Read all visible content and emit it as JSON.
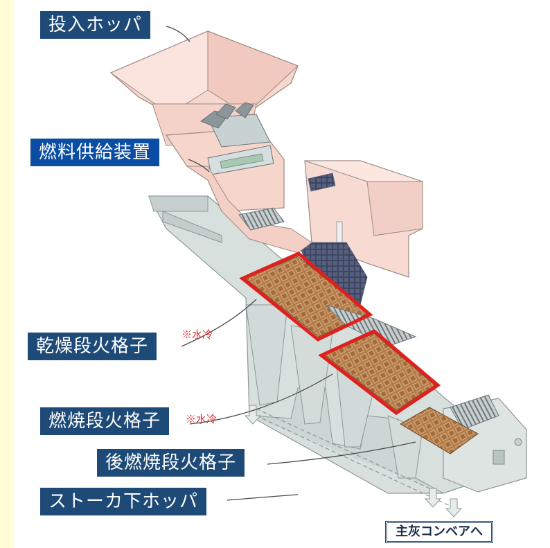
{
  "labels": {
    "hopper": "投入ホッパ",
    "feeder": "燃料供給装置",
    "drying_grate": "乾燥段火格子",
    "combustion_grate": "燃焼段火格子",
    "after_burning_grate": "後燃焼段火格子",
    "lower_hopper": "ストーカ下ホッパ"
  },
  "notes": {
    "drying_cooling": "※水冷",
    "combustion_cooling": "※水冷"
  },
  "destination": "主灰コンベアへ",
  "colors": {
    "label_bg": "#1E4A78",
    "feeder_bg": "#0B4DA3",
    "highlight_outline": "#E0201C",
    "structure_pink": "#F6D3CA",
    "structure_grey": "#D5DEDC",
    "grate_brown": "#B27A4A",
    "note_red": "#E03030"
  }
}
